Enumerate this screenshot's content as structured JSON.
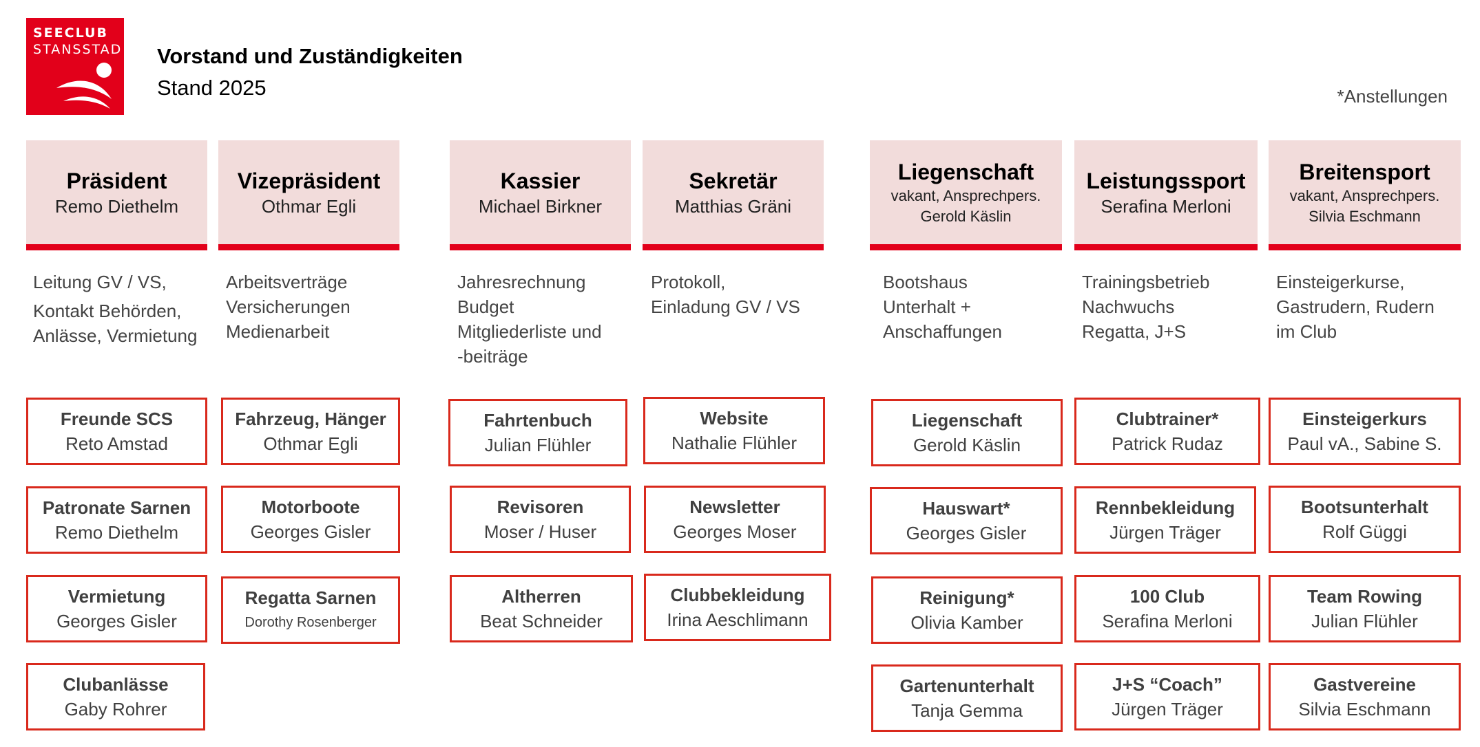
{
  "logo": {
    "line1": "SEECLUB",
    "line2": "STANSSTAD",
    "color": "#e2001a"
  },
  "title": "Vorstand und Zuständigkeiten",
  "subtitle": "Stand 2025",
  "note": "*Anstellungen",
  "colors": {
    "header_bg": "#f2dcdb",
    "accent": "#e2001a",
    "box_border": "#d9291c"
  },
  "columns": [
    {
      "role": "Präsident",
      "person": "Remo Diethelm",
      "desc": [
        "Leitung GV / VS,",
        "Kontakt Behörden,",
        "Anlässe, Vermietung"
      ],
      "boxes": [
        {
          "title": "Freunde SCS",
          "person": "Reto Amstad"
        },
        {
          "title": "Patronate Sarnen",
          "person": "Remo Diethelm"
        },
        {
          "title": "Vermietung",
          "person": "Georges Gisler"
        },
        {
          "title": "Clubanlässe",
          "person": "Gaby Rohrer"
        }
      ]
    },
    {
      "role": "Vizepräsident",
      "person": "Othmar Egli",
      "desc": [
        "Arbeitsverträge",
        "Versicherungen",
        "Medienarbeit"
      ],
      "boxes": [
        {
          "title": "Fahrzeug, Hänger",
          "person": "Othmar Egli"
        },
        {
          "title": "Motorboote",
          "person": "Georges Gisler"
        },
        {
          "title": "Regatta Sarnen",
          "person": "Dorothy Rosenberger"
        }
      ]
    },
    {
      "role": "Kassier",
      "person": "Michael Birkner",
      "desc": [
        "Jahresrechnung",
        "Budget",
        "Mitgliederliste und",
        "-beiträge"
      ],
      "boxes": [
        {
          "title": "Fahrtenbuch",
          "person": "Julian Flühler"
        },
        {
          "title": "Revisoren",
          "person": "Moser / Huser"
        },
        {
          "title": "Altherren",
          "person": "Beat Schneider"
        }
      ]
    },
    {
      "role": "Sekretär",
      "person": "Matthias Gräni",
      "desc": [
        "Protokoll,",
        "Einladung GV / VS"
      ],
      "boxes": [
        {
          "title": "Website",
          "person": "Nathalie Flühler"
        },
        {
          "title": "Newsletter",
          "person": "Georges Moser"
        },
        {
          "title": "Clubbekleidung",
          "person": "Irina Aeschlimann"
        }
      ]
    },
    {
      "role": "Liegenschaft",
      "person_lines": [
        "vakant, Ansprechpers.",
        "Gerold Käslin"
      ],
      "desc": [
        "Bootshaus",
        "Unterhalt +",
        "Anschaffungen"
      ],
      "boxes": [
        {
          "title": "Liegenschaft",
          "person": "Gerold Käslin"
        },
        {
          "title": "Hauswart*",
          "person": "Georges Gisler"
        },
        {
          "title": "Reinigung*",
          "person": "Olivia Kamber"
        },
        {
          "title": "Gartenunterhalt",
          "person": "Tanja Gemma"
        }
      ]
    },
    {
      "role": "Leistungssport",
      "person": "Serafina Merloni",
      "desc": [
        "Trainingsbetrieb",
        "Nachwuchs",
        "Regatta, J+S"
      ],
      "boxes": [
        {
          "title": "Clubtrainer*",
          "person": "Patrick Rudaz"
        },
        {
          "title": "Rennbekleidung",
          "person": "Jürgen Träger"
        },
        {
          "title": "100 Club",
          "person": "Serafina Merloni"
        },
        {
          "title": "J+S “Coach”",
          "person": "Jürgen Träger"
        }
      ]
    },
    {
      "role": "Breitensport",
      "person_lines": [
        "vakant, Ansprechpers.",
        "Silvia Eschmann"
      ],
      "desc": [
        "Einsteigerkurse,",
        "Gastrudern, Rudern",
        "im Club"
      ],
      "boxes": [
        {
          "title": "Einsteigerkurs",
          "person": "Paul vA., Sabine S."
        },
        {
          "title": "Bootsunterhalt",
          "person": "Rolf Güggi"
        },
        {
          "title": "Team Rowing",
          "person": "Julian Flühler"
        },
        {
          "title": "Gastvereine",
          "person": "Silvia Eschmann"
        }
      ]
    }
  ]
}
